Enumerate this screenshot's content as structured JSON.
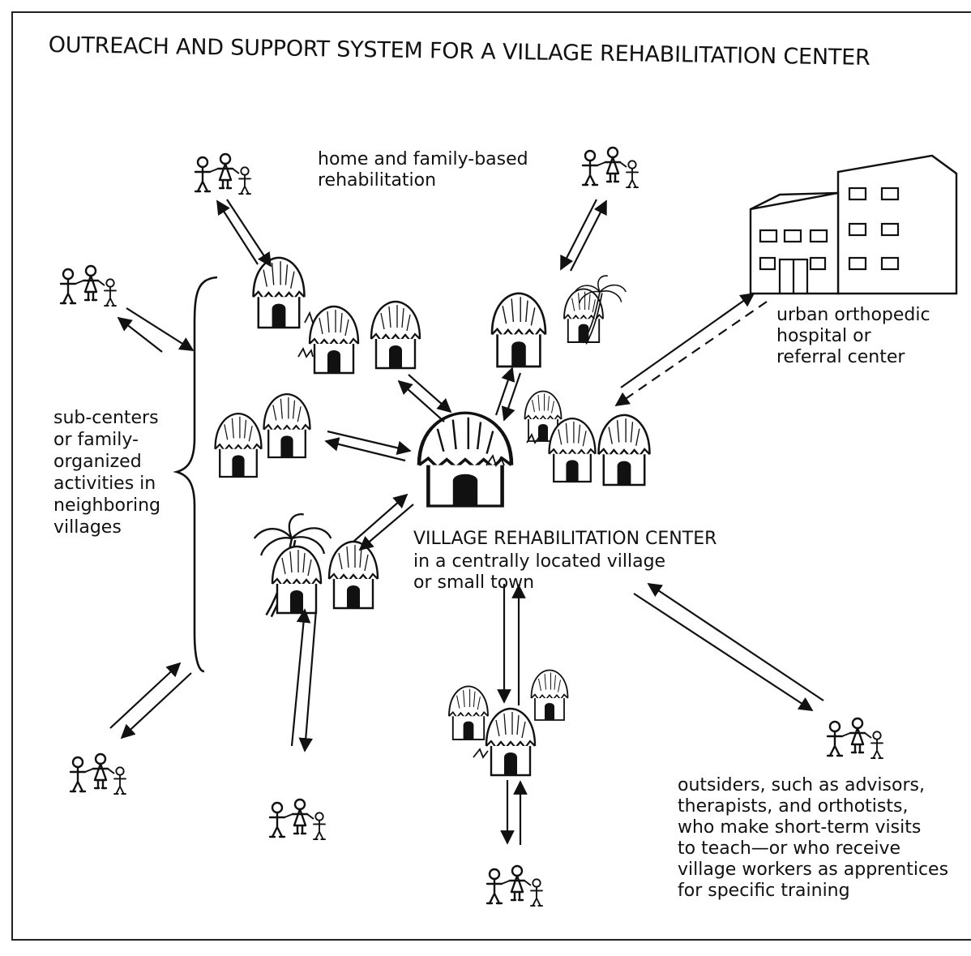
{
  "title": "OUTREACH AND SUPPORT SYSTEM FOR A VILLAGE REHABILITATION CENTER",
  "labels": {
    "home": "home and family-based\nrehabilitation",
    "hospital": "urban orthopedic\nhospital or\nreferral center",
    "subcenters": "sub-centers\nor family-\norganized\nactivities in\nneighboring\nvillages",
    "center_heading": "VILLAGE REHABILITATION CENTER",
    "center_sub": "in a centrally located village\nor small town",
    "outsiders": "outsiders, such as advisors,\ntherapists, and orthotists,\nwho make short-term visits\nto teach—or who receive\nvillage workers as apprentices\nfor specific training"
  },
  "icons": {
    "family": "family-group-icon",
    "hut": "thatched-hut-icon",
    "palm": "palm-tree-icon",
    "hospital": "hospital-building-icon",
    "arrow": "double-arrow-icon"
  }
}
